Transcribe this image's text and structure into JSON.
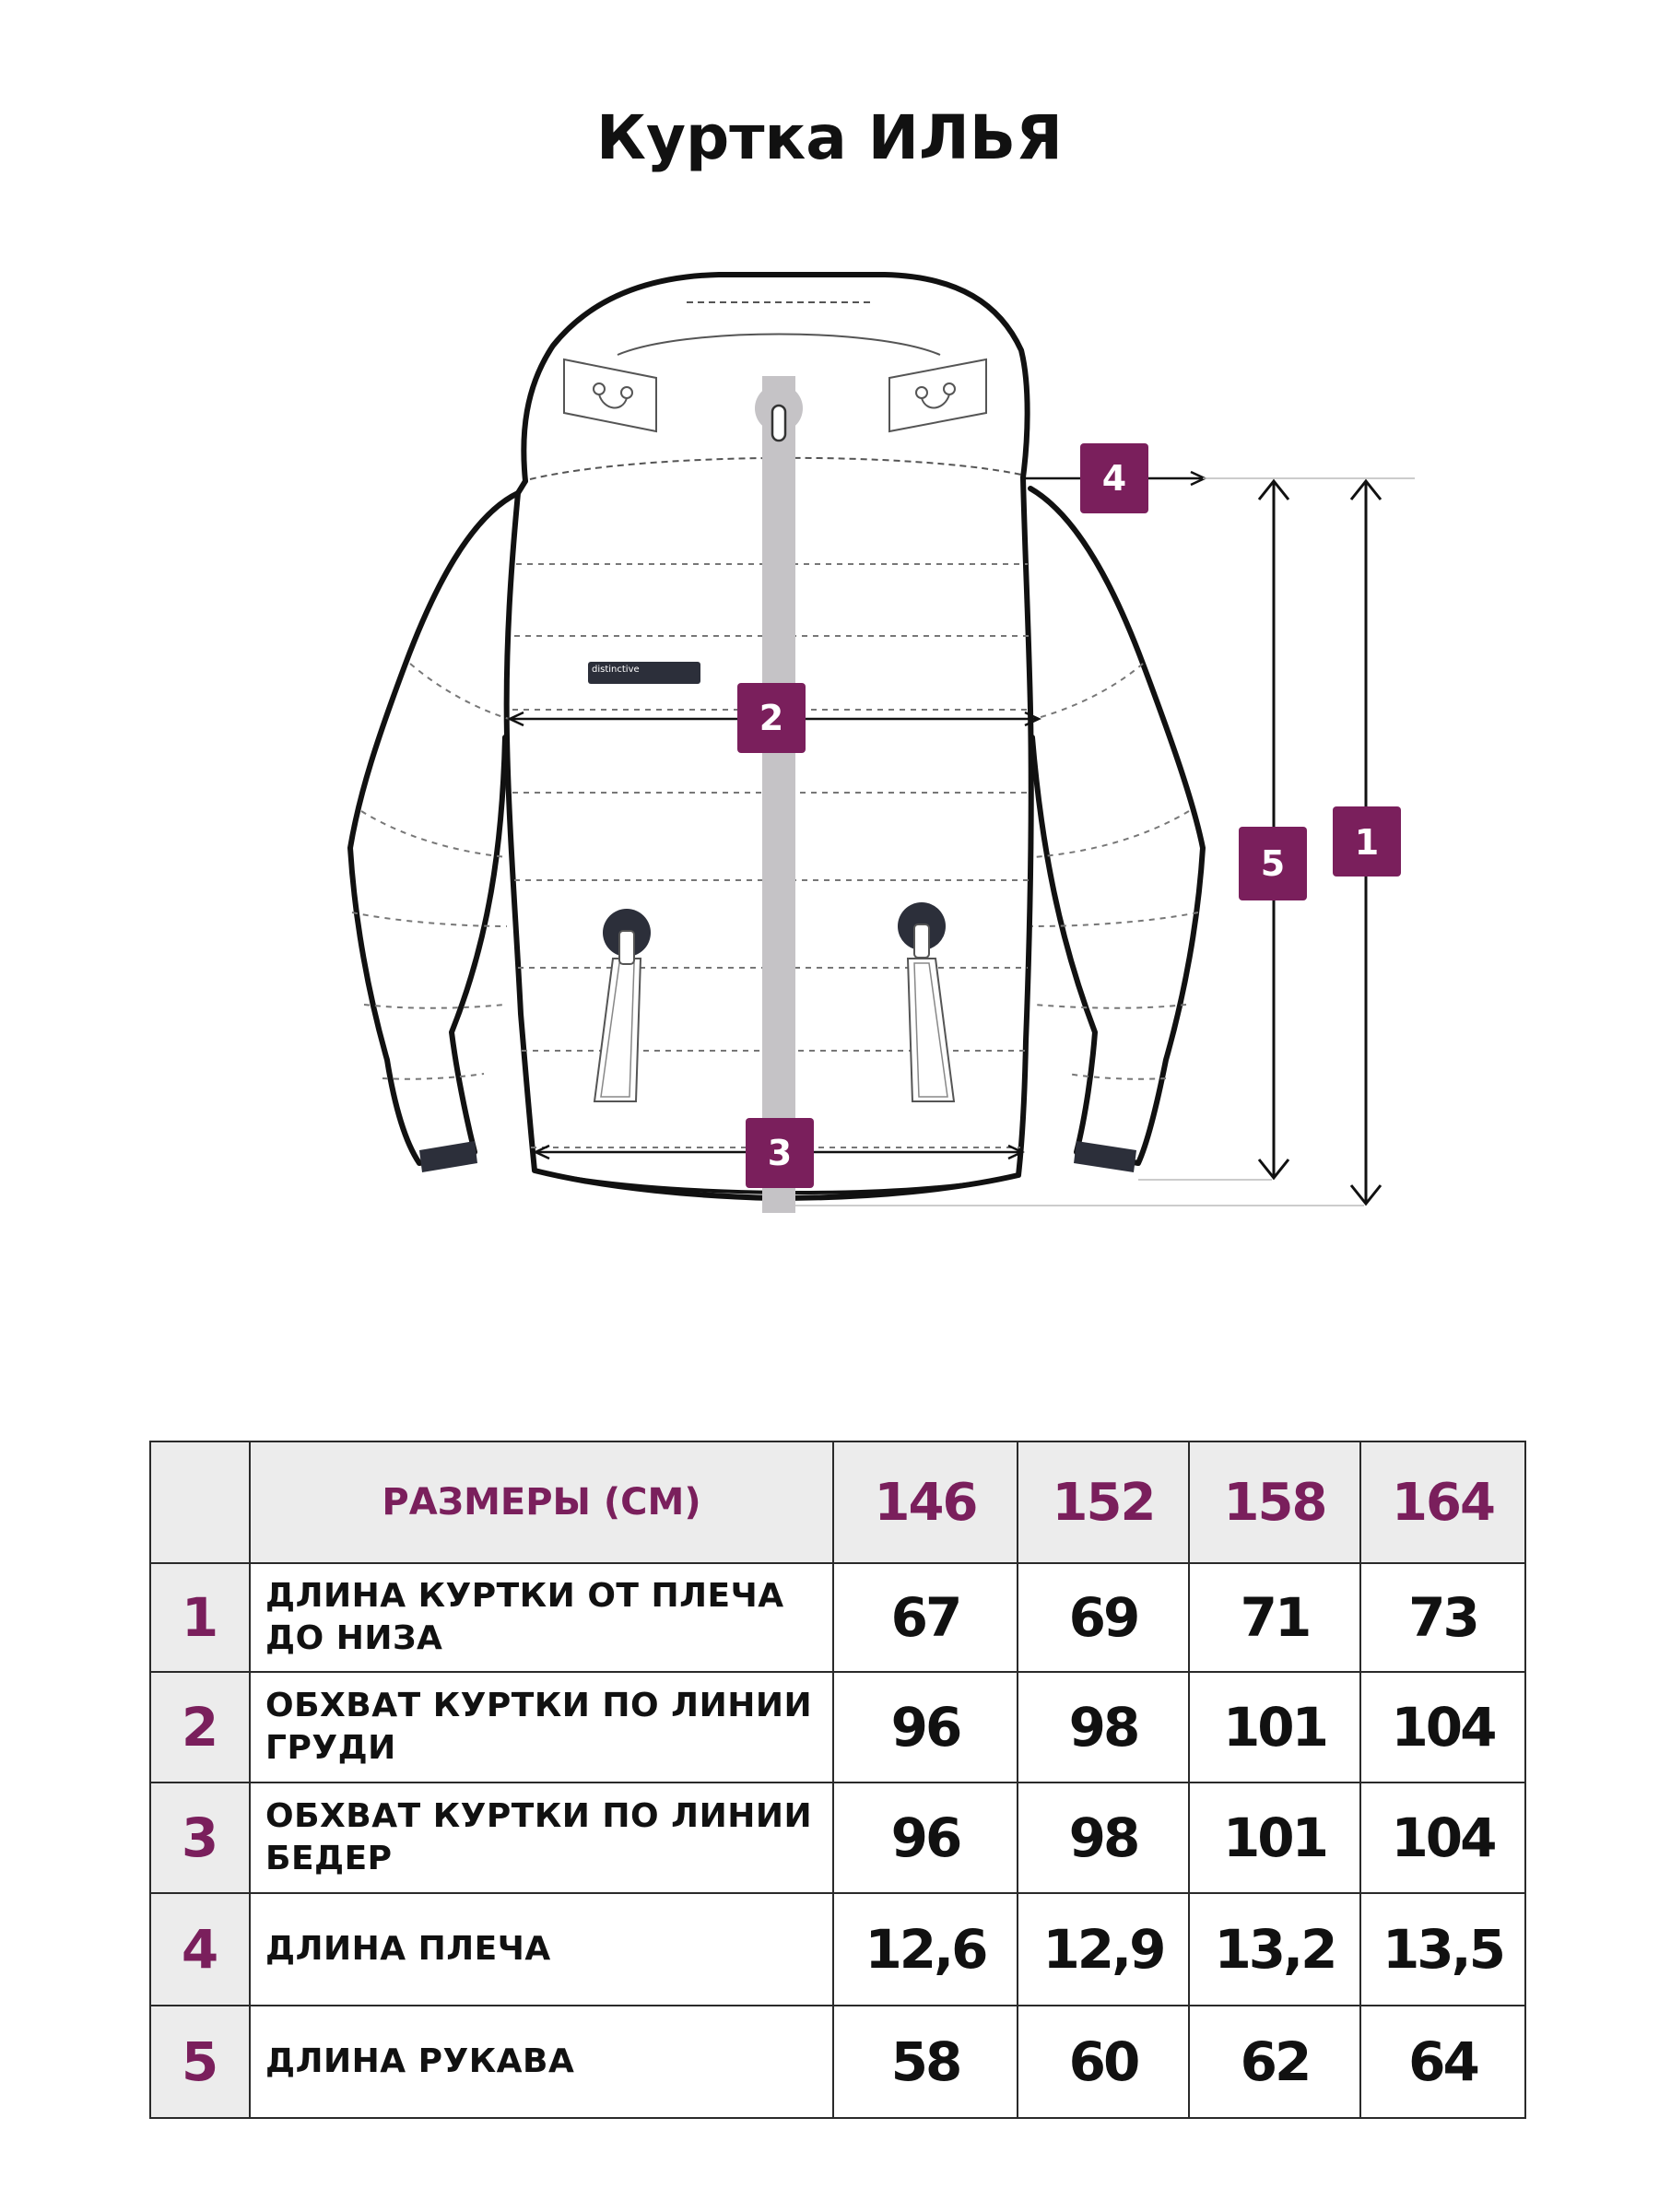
{
  "title": "Куртка ИЛЬЯ",
  "jacket": {
    "label_text": "distinctive"
  },
  "markers": {
    "m1": "1",
    "m2": "2",
    "m3": "3",
    "m4": "4",
    "m5": "5"
  },
  "colors": {
    "accent": "#7a1f5c",
    "zipper": "#c5c3c6",
    "outline": "#111111",
    "header_bg": "#ececec"
  },
  "table": {
    "header_label": "РАЗМЕРЫ (СМ)",
    "sizes": [
      "146",
      "152",
      "158",
      "164"
    ],
    "rows": [
      {
        "num": "1",
        "label": "ДЛИНА КУРТКИ ОТ ПЛЕЧА ДО НИЗА",
        "values": [
          "67",
          "69",
          "71",
          "73"
        ]
      },
      {
        "num": "2",
        "label": "ОБХВАТ КУРТКИ ПО ЛИНИИ ГРУДИ",
        "values": [
          "96",
          "98",
          "101",
          "104"
        ]
      },
      {
        "num": "3",
        "label": "ОБХВАТ КУРТКИ ПО ЛИНИИ БЕДЕР",
        "values": [
          "96",
          "98",
          "101",
          "104"
        ]
      },
      {
        "num": "4",
        "label": "ДЛИНА ПЛЕЧА",
        "values": [
          "12,6",
          "12,9",
          "13,2",
          "13,5"
        ]
      },
      {
        "num": "5",
        "label": "ДЛИНА РУКАВА",
        "values": [
          "58",
          "60",
          "62",
          "64"
        ]
      }
    ]
  }
}
